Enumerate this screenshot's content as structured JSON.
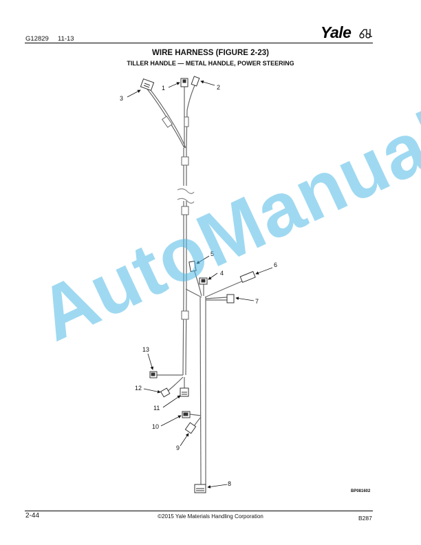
{
  "header": {
    "doc_code": "G12829",
    "date": "11-13",
    "brand": "Yale"
  },
  "title": "WIRE HARNESS (FIGURE 2-23)",
  "subtitle": "TILLER HANDLE — METAL HANDLE, POWER STEERING",
  "callouts": [
    "1",
    "2",
    "3",
    "4",
    "5",
    "6",
    "7",
    "8",
    "9",
    "10",
    "11",
    "12",
    "13"
  ],
  "figure_id": "BP081602",
  "footer": {
    "page": "2-44",
    "copyright": "©2015 Yale Materials Handling Corporation",
    "code": "B287"
  },
  "watermark": "AutoManual",
  "colors": {
    "watermark": "#50b9e6",
    "line": "#555555",
    "text": "#111111"
  }
}
